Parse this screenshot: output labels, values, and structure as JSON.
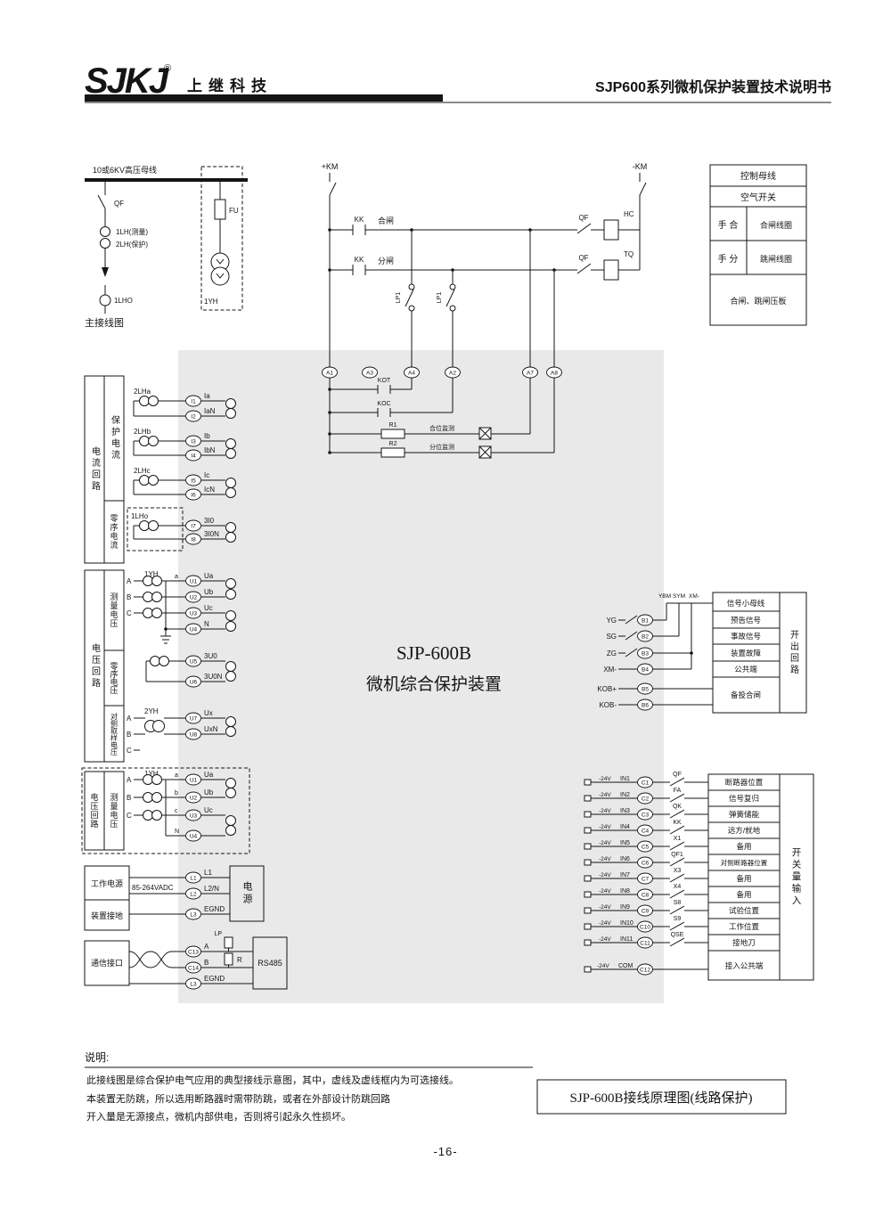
{
  "header": {
    "logo": "SJKJ",
    "reg": "®",
    "company": "上继科技",
    "doc_title": "SJP600系列微机保护装置技术说明书"
  },
  "main_diagram": {
    "busbar": "10或6KV高压母线",
    "qf": "QF",
    "ct_measure": "1LH(测量)",
    "ct_protect": "2LH(保护)",
    "fu": "FU",
    "pt": "1YH",
    "ct_zero": "1LHO",
    "caption": "主接线图"
  },
  "control": {
    "km_pos": "+KM",
    "km_neg": "-KM",
    "kk_close": "KK",
    "close_label": "合闸",
    "kk_trip": "KK",
    "trip_label": "分闸",
    "lp_close": "LP1",
    "lp_trip": "LP1",
    "qf_close": "QF",
    "hc": "HC",
    "qf_trip": "QF",
    "tq": "TQ",
    "kot": "KOT",
    "koc": "KOC",
    "r1": "R1",
    "close_monitor": "合位监测",
    "r2": "R2",
    "trip_monitor": "分位监测",
    "a1": "A1",
    "a3": "A3",
    "a4": "A4",
    "a2": "A2",
    "a7": "A7",
    "a8": "A8"
  },
  "control_table": {
    "row1": "控制母线",
    "row2": "空气开关",
    "row3_left": "手 合",
    "row3_right": "合闸线圈",
    "row4_left": "手 分",
    "row4_right": "跳闸线圈",
    "row5": "合闸、跳闸压板"
  },
  "device": {
    "model": "SJP-600B",
    "name": "微机综合保护装置"
  },
  "current": {
    "group": "电流回路",
    "protect": "保护电流",
    "zero": "零序电流",
    "ct_a": "2LHa",
    "ct_b": "2LHb",
    "ct_c": "2LHc",
    "ct_0": "1LHo",
    "terms": [
      {
        "t": "I1",
        "l": "Ia"
      },
      {
        "t": "I2",
        "l": "IaN"
      },
      {
        "t": "I3",
        "l": "Ib"
      },
      {
        "t": "I4",
        "l": "IbN"
      },
      {
        "t": "I5",
        "l": "Ic"
      },
      {
        "t": "I6",
        "l": "IcN"
      },
      {
        "t": "I7",
        "l": "3I0"
      },
      {
        "t": "I8",
        "l": "3I0N"
      }
    ]
  },
  "voltage": {
    "group": "电压回路",
    "measure": "测量电压",
    "zero": "零序电压",
    "opposite": "对侧取样电压",
    "pt1": "1YH",
    "pt2": "2YH",
    "wind_a": "a",
    "phases": [
      "A",
      "B",
      "C"
    ],
    "phases2": [
      "A",
      "B",
      "C"
    ],
    "terms": [
      {
        "t": "U1",
        "l": "Ua"
      },
      {
        "t": "U2",
        "l": "Ub"
      },
      {
        "t": "U3",
        "l": "Uc"
      },
      {
        "t": "U4",
        "l": "N"
      },
      {
        "t": "U5",
        "l": "3U0"
      },
      {
        "t": "U6",
        "l": "3U0N"
      },
      {
        "t": "U7",
        "l": "Ux"
      },
      {
        "t": "U8",
        "l": "UxN"
      }
    ]
  },
  "voltage2": {
    "group": "电压回路",
    "measure": "测量电压",
    "pt": "1YH",
    "phases": [
      "A",
      "B",
      "C"
    ],
    "windings": [
      "a",
      "b",
      "c"
    ],
    "neutral": "N",
    "terms": [
      {
        "t": "U1",
        "l": "Ua"
      },
      {
        "t": "U2",
        "l": "Ub"
      },
      {
        "t": "U3",
        "l": "Uc"
      },
      {
        "t": "U4",
        "l": ""
      }
    ]
  },
  "power": {
    "work": "工作电源",
    "ground": "装置接地",
    "range": "85-264VADC",
    "supply": "电源",
    "terms": [
      {
        "t": "L1",
        "l": "L1"
      },
      {
        "t": "L2",
        "l": "L2/N"
      },
      {
        "t": "L3",
        "l": "EGND"
      }
    ]
  },
  "comm": {
    "title": "通信接口",
    "lp": "LP",
    "r": "R",
    "rs485": "RS485",
    "terms": [
      {
        "t": "C13",
        "l": "A"
      },
      {
        "t": "C14",
        "l": "B"
      },
      {
        "t": "L3",
        "l": "EGND"
      }
    ]
  },
  "output": {
    "group": "开出回路",
    "buses": [
      "YBM",
      "SYM",
      "XM-"
    ],
    "bus_row": "信号小母线",
    "rows": [
      {
        "contact": "YG",
        "term": "B1",
        "desc": "预告信号"
      },
      {
        "contact": "SG",
        "term": "B2",
        "desc": "事故信号"
      },
      {
        "contact": "ZG",
        "term": "B3",
        "desc": "装置故障"
      },
      {
        "contact": "XM-",
        "term": "B4",
        "desc": "公共端"
      },
      {
        "contact": "KOB+",
        "term": "B5",
        "desc": "备投合闸"
      },
      {
        "contact": "KOB-",
        "term": "B6",
        "desc": ""
      }
    ]
  },
  "input": {
    "group": "开关量输入",
    "rows": [
      {
        "v": "-24V",
        "sig": "IN1",
        "term": "C1",
        "sw": "QF",
        "desc": "断路器位置"
      },
      {
        "v": "-24V",
        "sig": "IN2",
        "term": "C2",
        "sw": "FA",
        "desc": "信号复归"
      },
      {
        "v": "-24V",
        "sig": "IN3",
        "term": "C3",
        "sw": "QK",
        "desc": "弹簧储能"
      },
      {
        "v": "-24V",
        "sig": "IN4",
        "term": "C4",
        "sw": "KK",
        "desc": "远方/就地"
      },
      {
        "v": "-24V",
        "sig": "IN5",
        "term": "C5",
        "sw": "X1",
        "desc": "备用"
      },
      {
        "v": "-24V",
        "sig": "IN6",
        "term": "C6",
        "sw": "QF1",
        "desc": "对侧断路器位置"
      },
      {
        "v": "-24V",
        "sig": "IN7",
        "term": "C7",
        "sw": "X3",
        "desc": "备用"
      },
      {
        "v": "-24V",
        "sig": "IN8",
        "term": "C8",
        "sw": "X4",
        "desc": "备用"
      },
      {
        "v": "-24V",
        "sig": "IN9",
        "term": "C9",
        "sw": "S8",
        "desc": "试验位置"
      },
      {
        "v": "-24V",
        "sig": "IN10",
        "term": "C10",
        "sw": "S9",
        "desc": "工作位置"
      },
      {
        "v": "-24V",
        "sig": "IN11",
        "term": "C11",
        "sw": "QSE",
        "desc": "接地刀"
      },
      {
        "v": "-24V",
        "sig": "COM",
        "term": "C12",
        "sw": "",
        "desc": "接入公共端"
      }
    ]
  },
  "notes": {
    "title": "说明:",
    "line1": "此接线图是综合保护电气应用的典型接线示意图，其中，虚线及虚线框内为可选接线。",
    "line2": "本装置无防跳，所以选用断路器时需带防跳，或者在外部设计防跳回路",
    "line3": "开入量是无源接点，微机内部供电，否则将引起永久性损坏。",
    "caption": "SJP-600B接线原理图(线路保护)",
    "page": "-16-"
  }
}
